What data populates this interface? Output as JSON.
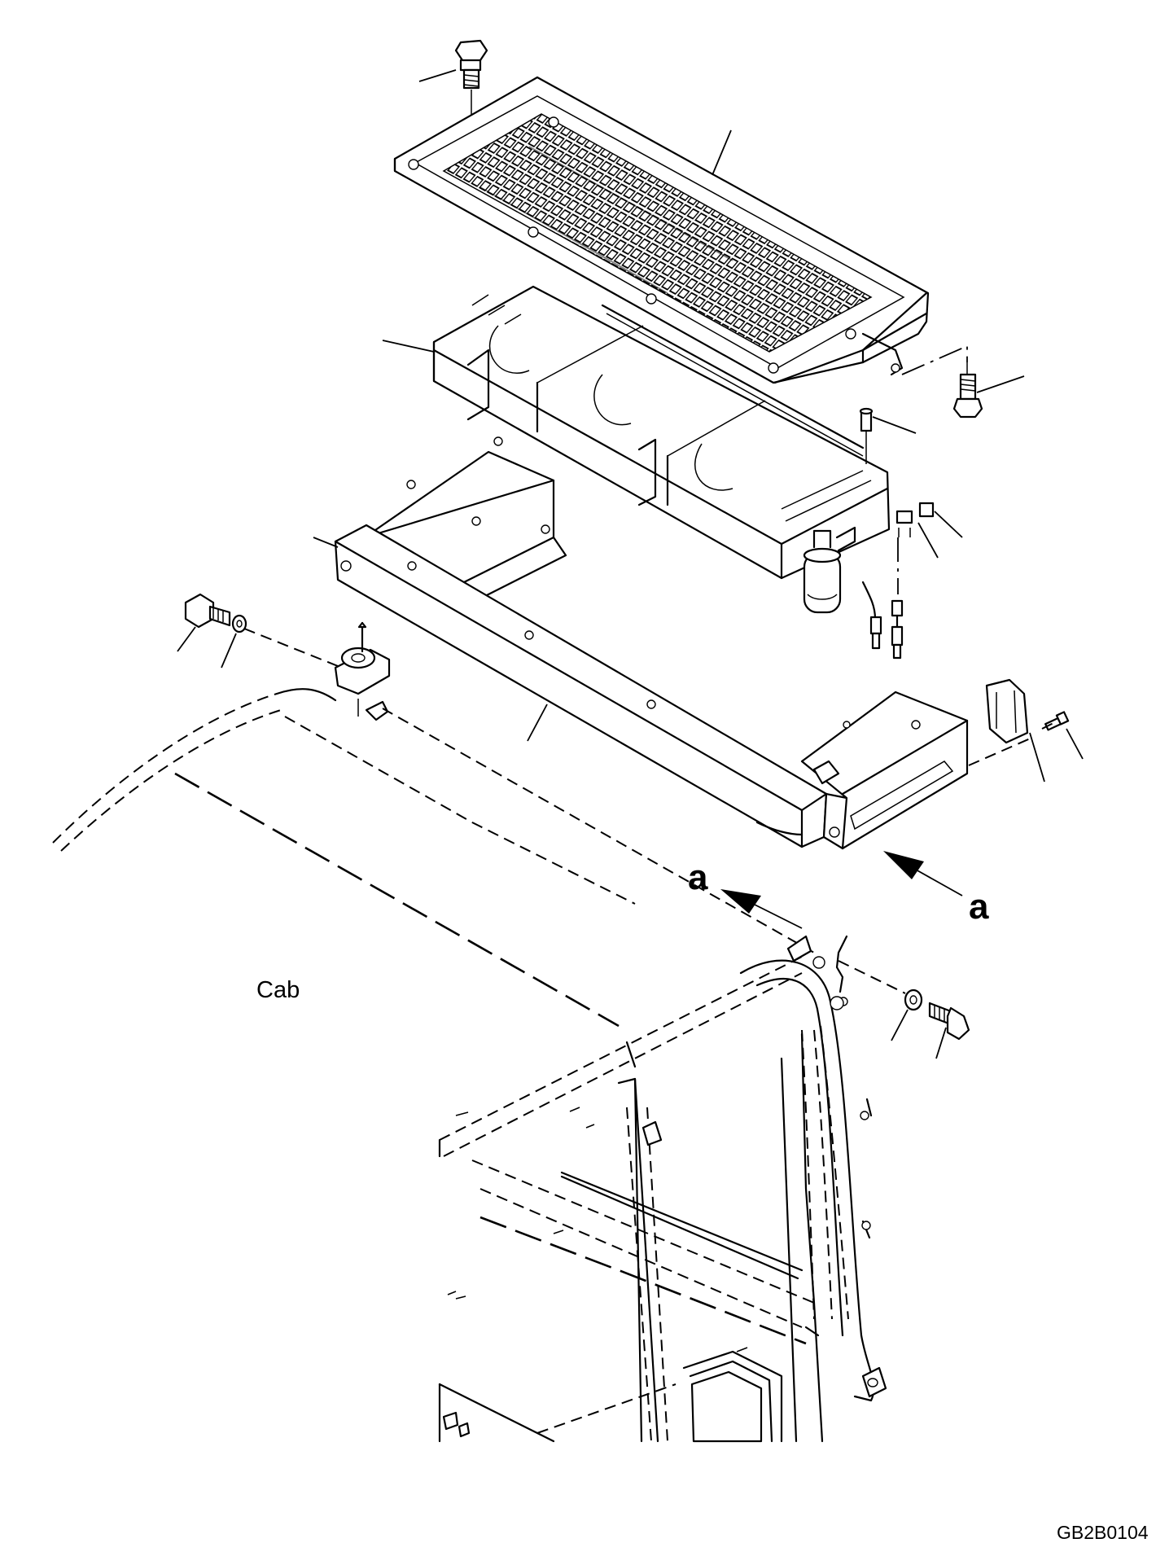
{
  "labels": {
    "cab": "Cab",
    "view_arrow_left": "a",
    "view_arrow_right": "a",
    "drawing_code": "GB2B0104"
  }
}
